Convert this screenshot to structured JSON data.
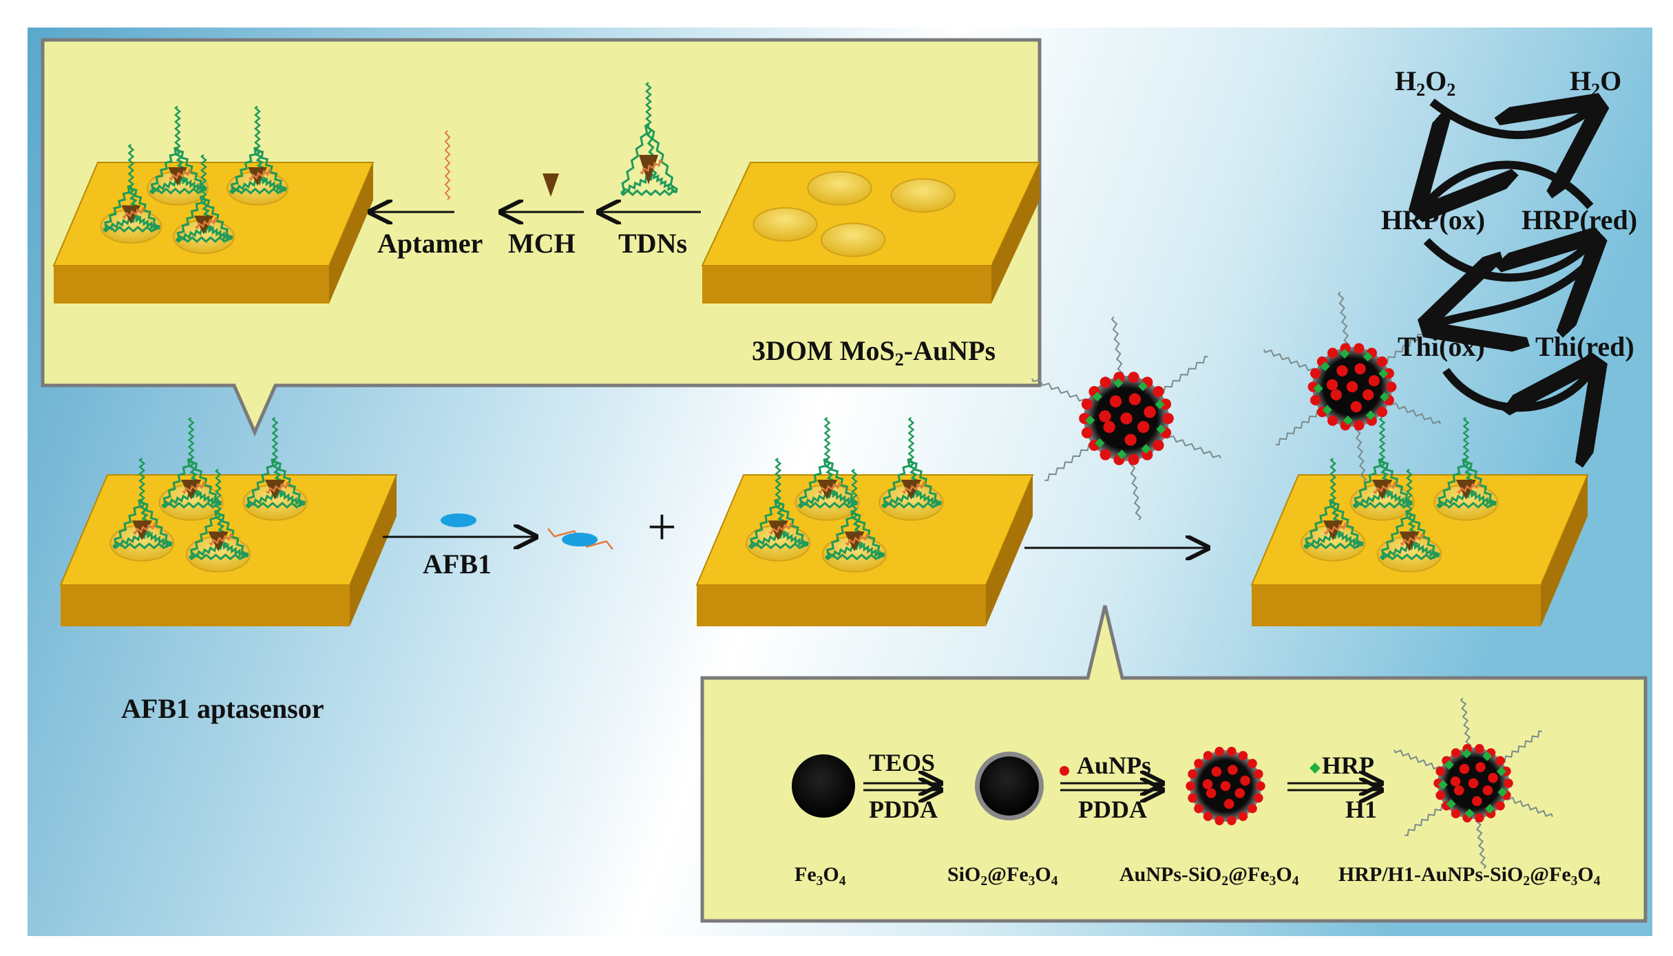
{
  "top_panel": {
    "step_aptamer": "Aptamer",
    "step_mch": "MCH",
    "step_tdns": "TDNs",
    "substrate_prefix": "3DOM MoS",
    "substrate_sub": "2",
    "substrate_suffix": "-AuNPs"
  },
  "main": {
    "sensor_label": "AFB1 aptasensor",
    "target_label": "AFB1",
    "plus": "+"
  },
  "cycle": {
    "h2o2_prefix": "H",
    "h2o2_sub1": "2",
    "h2o2_mid": "O",
    "h2o2_sub2": "2",
    "h2o_prefix": "H",
    "h2o_sub": "2",
    "h2o_suffix": "O",
    "hrp_ox": "HRP(ox)",
    "hrp_red": "HRP(red)",
    "thi_ox": "Thi(ox)",
    "thi_red": "Thi(red)"
  },
  "bottom_panel": {
    "step1_top": "TEOS",
    "step1_bottom": "PDDA",
    "step2_top": "AuNPs",
    "step2_bottom": "PDDA",
    "step3_top": "HRP",
    "step3_bottom": "H1",
    "p1": {
      "a": "Fe",
      "b": "3",
      "c": "O",
      "d": "4"
    },
    "p2": {
      "a": "SiO",
      "b": "2",
      "c": "@Fe",
      "d": "3",
      "e": "O",
      "f": "4"
    },
    "p3": {
      "a": "AuNPs-SiO",
      "b": "2",
      "c": "@Fe",
      "d": "3",
      "e": "O",
      "f": "4"
    },
    "p4": {
      "a": "HRP/H1-AuNPs-SiO",
      "b": "2",
      "c": "@Fe",
      "d": "3",
      "e": "O",
      "f": "4"
    }
  },
  "colors": {
    "panel_fill": "#eef0a0",
    "panel_border": "#7a7a7a",
    "gold_top": "#f4c21c",
    "gold_front": "#c88d0a",
    "gold_side": "#a87408",
    "well": "#f7dc6a",
    "triangle": "#6a4010",
    "dna_green": "#1f9a5a",
    "dna_orange": "#e07a3c",
    "afb1_blue": "#1aa0e0",
    "sphere_red": "#e01010",
    "hrp_green": "#20b040",
    "bg_blue": "#6fb6d4"
  }
}
